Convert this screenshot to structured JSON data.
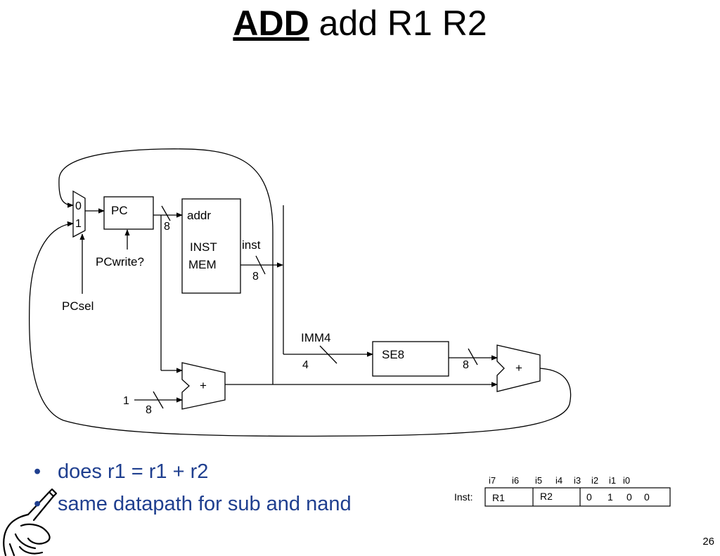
{
  "title": {
    "op": "ADD",
    "rest": "add R1 R2"
  },
  "diagram": {
    "mux_in0": "0",
    "mux_in1": "1",
    "pc_label": "PC",
    "pcwrite_label": "PCwrite?",
    "pcsel_label": "PCsel",
    "pc_bus_width": "8",
    "mem_addr_label": "addr",
    "mem_name_line1": "INST",
    "mem_name_line2": "MEM",
    "mem_out_label": "inst",
    "mem_out_width": "8",
    "imm_label": "IMM4",
    "imm_width": "4",
    "se_label": "SE8",
    "se_out_width": "8",
    "adder_label": "+",
    "const_one": "1",
    "const_width": "8"
  },
  "bullets": [
    {
      "bullet": "•",
      "text": "does r1 = r1 + r2"
    },
    {
      "bullet": "•",
      "text": "same datapath for sub and nand"
    }
  ],
  "encoding": {
    "label": "Inst:",
    "bits": [
      "i7",
      "i6",
      "i5",
      "i4",
      "i3",
      "i2",
      "i1",
      "i0"
    ],
    "fields": {
      "r1": "R1",
      "r2": "R2",
      "opcode": [
        "0",
        "1",
        "0",
        "0"
      ]
    }
  },
  "page_number": "26"
}
